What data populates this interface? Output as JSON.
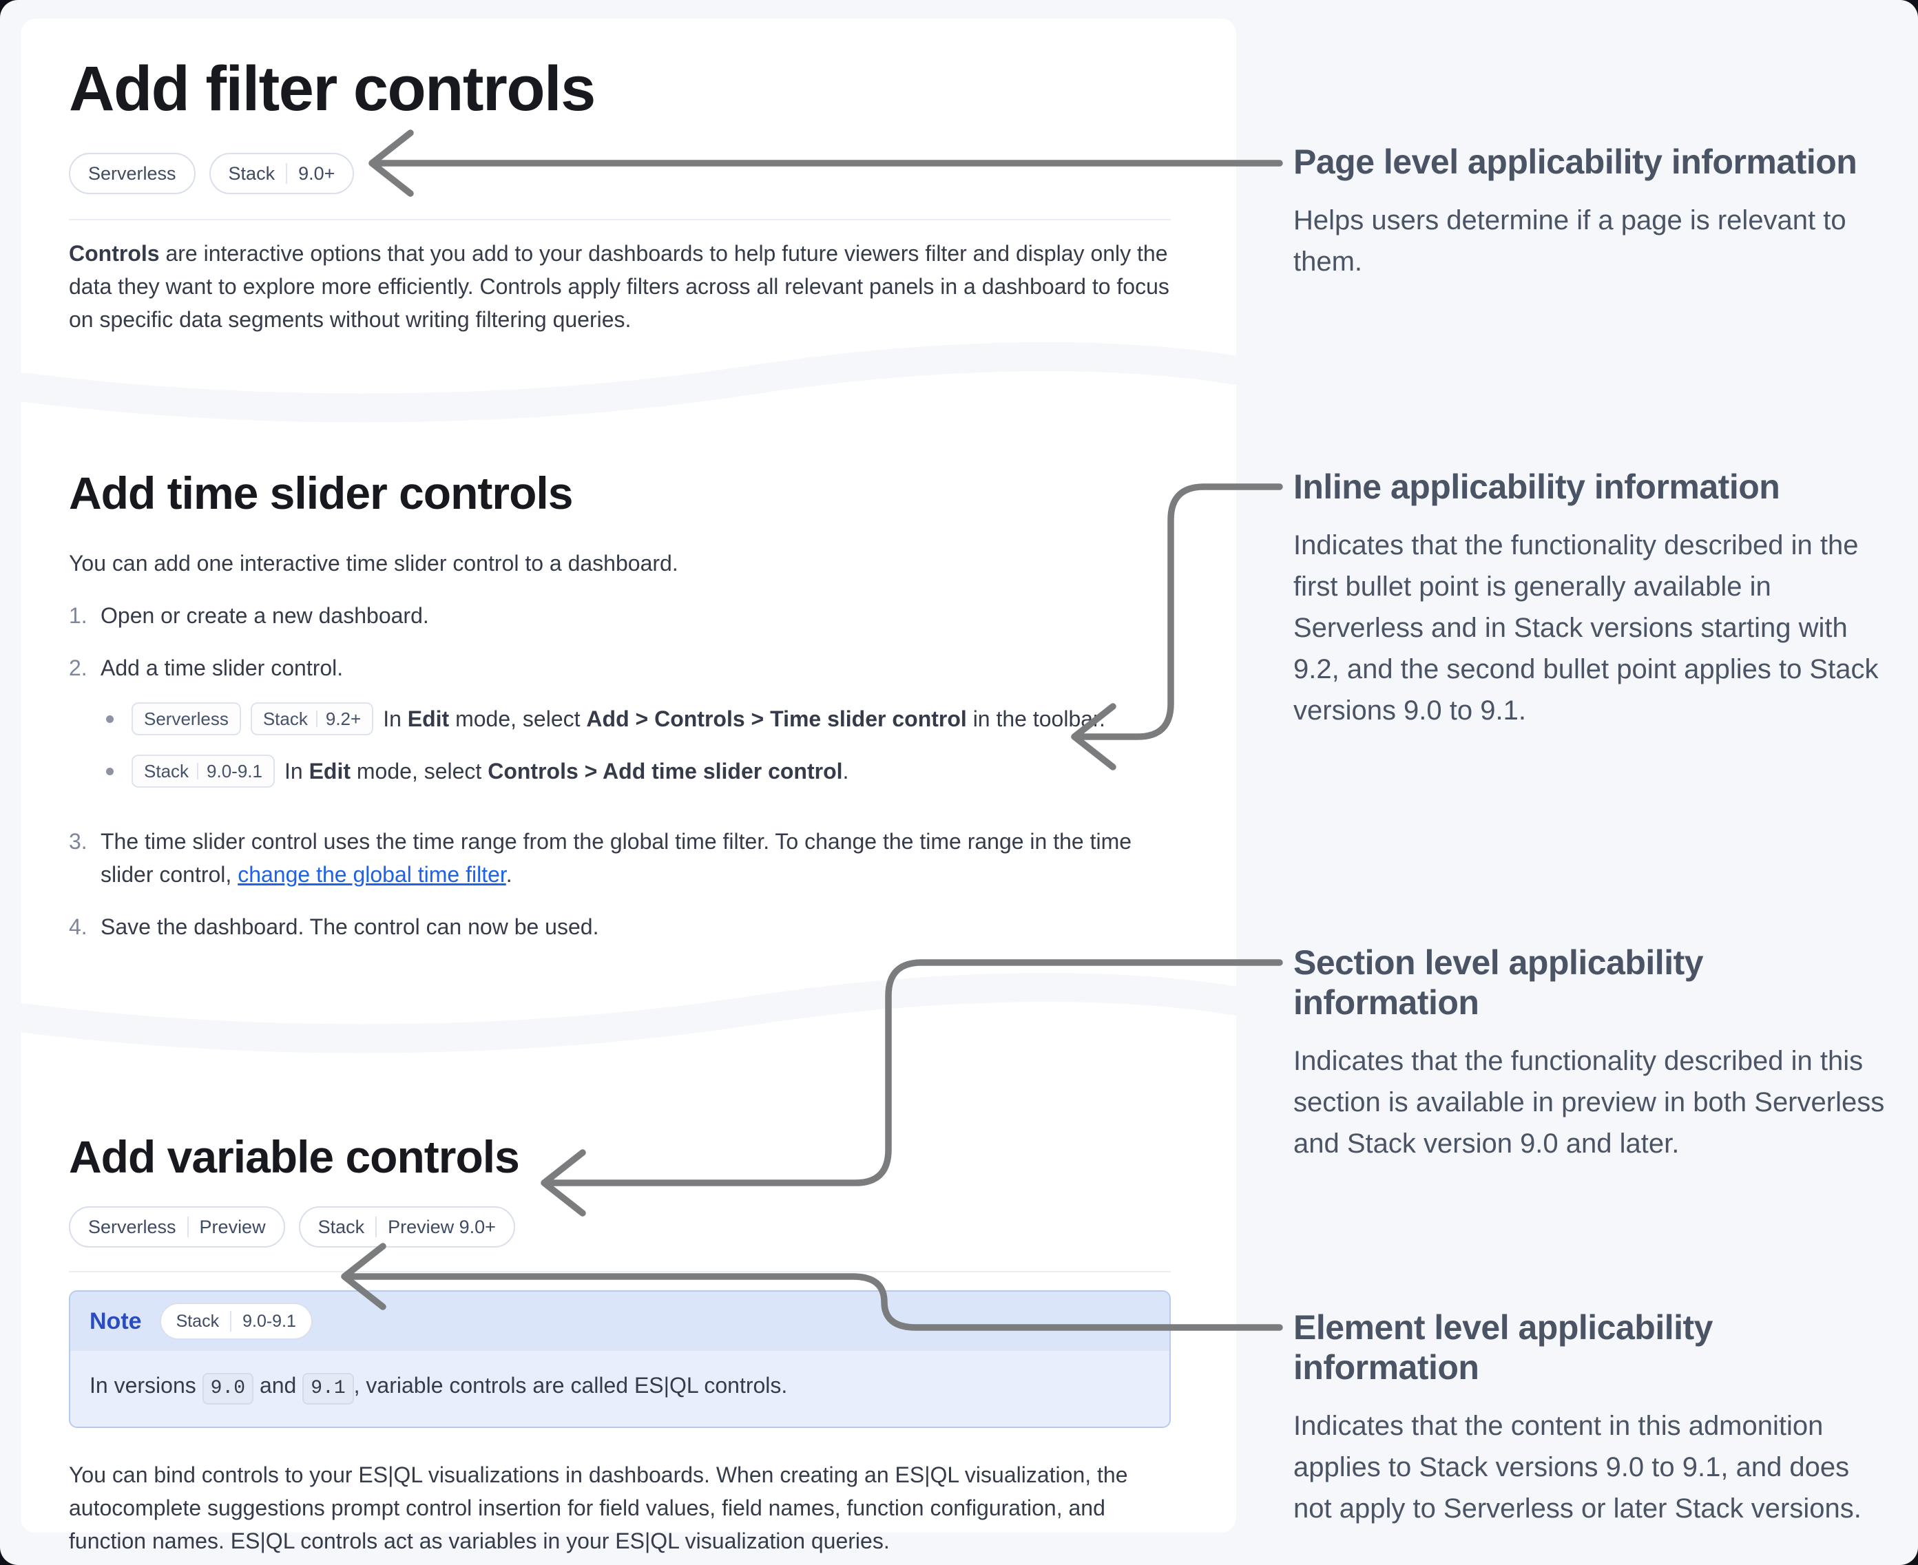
{
  "colors": {
    "page_bg": "#f5f7fb",
    "card_bg": "#ffffff",
    "arrow": "#7b7c7e",
    "link": "#1d62e9",
    "note_border": "#b7c9f0",
    "note_header_bg": "#dbe5fa",
    "note_body_bg": "#e8eefc",
    "note_label": "#2a4cc0",
    "badge_border": "#d9dfec",
    "badge_text": "#3f4b63",
    "heading_text": "#17191f",
    "body_text": "#353b49",
    "annotation_text": "#4a5464"
  },
  "card1": {
    "title": "Add filter controls",
    "badge1": {
      "p1": "Serverless"
    },
    "badge2": {
      "p1": "Stack",
      "p2": "9.0+"
    },
    "para": {
      "bold": "Controls",
      "rest": " are interactive options that you add to your dashboards to help future viewers filter and display only the data they want to explore more efficiently. Controls apply filters across all relevant panels in a dashboard to focus on specific data segments without writing filtering queries."
    }
  },
  "card2": {
    "title": "Add time slider controls",
    "intro": "You can add one interactive time slider control to a dashboard.",
    "step1": {
      "num": "1.",
      "text": "Open or create a new dashboard."
    },
    "step2": {
      "num": "2.",
      "text": "Add a time slider control."
    },
    "bullet1": {
      "badge1": {
        "p1": "Serverless"
      },
      "badge2": {
        "p1": "Stack",
        "p2": "9.2+"
      },
      "t1": "In ",
      "b1": "Edit",
      "t2": " mode, select ",
      "b2": "Add > Controls > Time slider control",
      "t3": " in the toolbar."
    },
    "bullet2": {
      "badge1": {
        "p1": "Stack",
        "p2": "9.0-9.1"
      },
      "t1": "In ",
      "b1": "Edit",
      "t2": " mode, select ",
      "b2": "Controls > Add time slider control",
      "t3": "."
    },
    "step3": {
      "num": "3.",
      "t1": "The time slider control uses the time range from the global time filter. To change the time range in the time slider control, ",
      "link": "change the global time filter",
      "t2": "."
    },
    "step4": {
      "num": "4.",
      "text": "Save the dashboard. The control can now be used."
    }
  },
  "card3": {
    "title": "Add variable controls",
    "badge1": {
      "p1": "Serverless",
      "p2": "Preview"
    },
    "badge2": {
      "p1": "Stack",
      "p2": "Preview 9.0+"
    },
    "note": {
      "label": "Note",
      "badge": {
        "p1": "Stack",
        "p2": "9.0-9.1"
      },
      "t1": "In versions ",
      "c1": "9.0",
      "t2": " and ",
      "c2": "9.1",
      "t3": ", variable controls are called ES|QL controls."
    },
    "para": "You can bind controls to your ES|QL visualizations in dashboards. When creating an ES|QL visualization, the autocomplete suggestions prompt control insertion for field values, field names, function configuration, and function names. ES|QL controls act as variables in your ES|QL visualization queries."
  },
  "annotations": [
    {
      "title": "Page level applicability information",
      "body": "Helps users determine if a page is relevant to them."
    },
    {
      "title": "Inline applicability information",
      "body": "Indicates that the functionality described in the first bullet point is generally available in Serverless and in Stack versions starting with 9.2, and the second bullet point applies to Stack versions 9.0 to 9.1."
    },
    {
      "title": "Section level applicability information",
      "body": "Indicates that the functionality described in this section is available in preview in both Serverless and Stack version 9.0 and later."
    },
    {
      "title": "Element level applicability information",
      "body": "Indicates that the content in this admonition applies to Stack versions 9.0 to 9.1, and does not apply to Serverless or later Stack versions."
    }
  ]
}
